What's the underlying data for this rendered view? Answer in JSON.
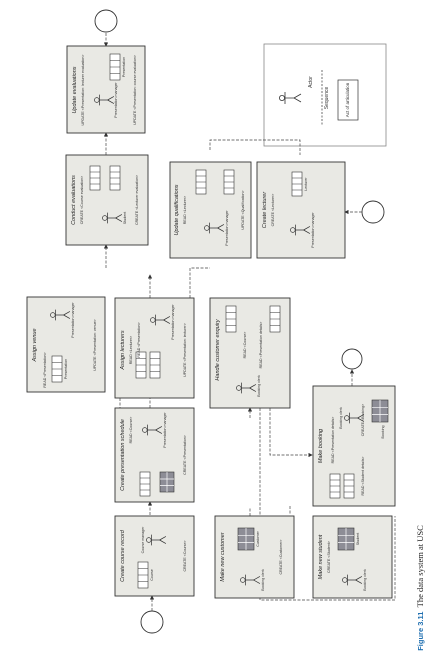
{
  "figure": {
    "number": "Figure 3.11",
    "caption": "The data system at USC"
  },
  "legend": {
    "actor": "Actor",
    "sequence": "Sequence",
    "act": "Act of articulation"
  },
  "boxes": [
    {
      "id": "create-course",
      "title": "Create course record",
      "actor": "Course manager",
      "entity": "Course",
      "acts": [
        "CREATE <Course>"
      ]
    },
    {
      "id": "create-schedule",
      "title": "Create presentation schedule",
      "actor": "Presentation manager",
      "entity": "Course",
      "entity2": "Presentation",
      "acts": [
        "READ <Course>",
        "CREATE <Presentation>"
      ]
    },
    {
      "id": "assign-lecturers",
      "title": "Assign lecturers",
      "actor": "Presentation manager",
      "entity": "Lecturer",
      "entity2": "Presentation",
      "acts": [
        "READ <Lecturer>",
        "READ <Presentation>",
        "UPDATE <Presentation: lecturer>"
      ]
    },
    {
      "id": "assign-venue",
      "title": "Assign venue",
      "actor": "Presentation manager",
      "entity": "Presentation",
      "acts": [
        "READ <Presentation>",
        "UPDATE <Presentation: venue>"
      ]
    },
    {
      "id": "conduct-evaluations",
      "title": "Conduct evaluations",
      "actor": "Student",
      "entity": "Course evaluation",
      "entity2": "Lecturer evaluation",
      "acts": [
        "CREATE <Course evaluation>",
        "CREATE <Lecturer evaluation>"
      ]
    },
    {
      "id": "update-evaluations",
      "title": "Update evaluations",
      "actor": "Presentation manager",
      "entity": "Presentation",
      "acts": [
        "UPDATE <Presentation: lecturer evaluation>",
        "UPDATE <Presentation: course evaluation>"
      ]
    },
    {
      "id": "update-qualifications",
      "title": "Update qualifications",
      "actor": "Presentation manager",
      "entity": "Lecturer",
      "entity2": "Qualification",
      "acts": [
        "READ <Lecturer>",
        "UPDATE <Qualification>"
      ]
    },
    {
      "id": "create-lecturer",
      "title": "Create lecturer",
      "actor": "Presentation manager",
      "entity": "Lecturer",
      "acts": [
        "CREATE <Lecturer>"
      ]
    },
    {
      "id": "handle-enquiry",
      "title": "Handle customer enquiry",
      "actor": "Booking clerk",
      "entity": "Course",
      "entity2": "Presentation",
      "acts": [
        "READ <Course>",
        "READ <Presentation details>"
      ]
    },
    {
      "id": "make-customer",
      "title": "Make new customer",
      "actor": "Booking clerk",
      "entity": "Customer",
      "acts": [
        "CREATE <Customer>"
      ]
    },
    {
      "id": "make-student",
      "title": "Make new student",
      "actor": "Booking clerk",
      "entity": "Student",
      "acts": [
        "CREATE <Student>"
      ]
    },
    {
      "id": "make-booking",
      "title": "Make booking",
      "actor": "Booking clerk",
      "entity": "Presentation",
      "entity2": "Booking",
      "acts": [
        "READ <Presentation details>",
        "READ <Student details>",
        "CREATE <Booking>"
      ]
    }
  ]
}
